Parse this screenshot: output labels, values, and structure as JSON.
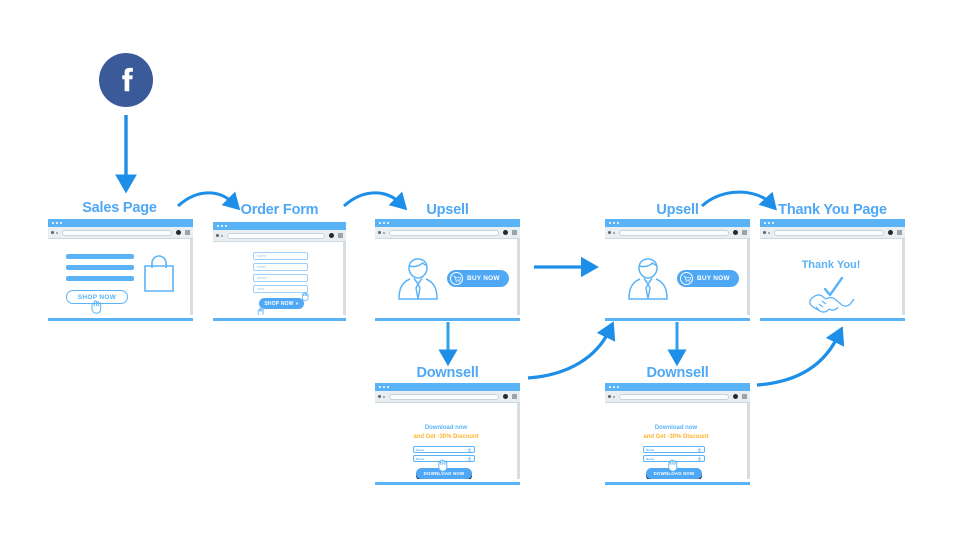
{
  "theme": {
    "accent": "#4FA8F5",
    "light_blue": "#5BB3F7",
    "orange": "#FFB531",
    "facebook_blue": "#3b5a9a",
    "background": "#ffffff"
  },
  "source": {
    "icon": "facebook-icon",
    "name": "Facebook"
  },
  "steps": [
    {
      "id": "sales-page",
      "title": "Sales Page",
      "button_label": "SHOP NOW",
      "icons": [
        "shopping-bag-icon",
        "cursor-icon"
      ],
      "text_bars": 3
    },
    {
      "id": "order-form",
      "title": "Order Form",
      "button_label": "SHOP NOW",
      "fields": [
        "name",
        "email",
        "phone",
        "card"
      ],
      "icons": [
        "cursor-icon",
        "chevron-right-icon"
      ]
    },
    {
      "id": "upsell-1",
      "title": "Upsell",
      "button_label": "BUY NOW",
      "icons": [
        "person-icon",
        "shopping-cart-icon"
      ]
    },
    {
      "id": "upsell-2",
      "title": "Upsell",
      "button_label": "BUY NOW",
      "icons": [
        "person-icon",
        "shopping-cart-icon"
      ]
    },
    {
      "id": "thank-you-page",
      "title": "Thank You Page",
      "heading": "Thank You!",
      "icons": [
        "check-icon",
        "handshake-icon"
      ]
    },
    {
      "id": "downsell-1",
      "title": "Downsell",
      "headline": "Download now",
      "subheadline": "and Get -30% Discount",
      "fields": [
        "Name",
        "Name"
      ],
      "button_label": "DOWNLOAD NOW",
      "icons": [
        "download-icon",
        "cursor-icon"
      ]
    },
    {
      "id": "downsell-2",
      "title": "Downsell",
      "headline": "Download now",
      "subheadline": "and Get -30% Discount",
      "fields": [
        "Name",
        "Name"
      ],
      "button_label": "DOWNLOAD NOW",
      "icons": [
        "download-icon",
        "cursor-icon"
      ]
    }
  ],
  "connectors": [
    {
      "id": "facebook-to-sales-page",
      "type": "straight-down"
    },
    {
      "id": "sales-page-to-order-form",
      "type": "curve-right"
    },
    {
      "id": "order-form-to-upsell-1",
      "type": "curve-right"
    },
    {
      "id": "upsell-1-to-upsell-2",
      "type": "straight-right"
    },
    {
      "id": "upsell-1-to-downsell-1",
      "type": "straight-down"
    },
    {
      "id": "downsell-1-to-upsell-2",
      "type": "curve-up-right"
    },
    {
      "id": "upsell-2-to-thank-you",
      "type": "curve-right"
    },
    {
      "id": "upsell-2-to-downsell-2",
      "type": "straight-down"
    },
    {
      "id": "downsell-2-to-thank-you",
      "type": "curve-up-right"
    }
  ]
}
